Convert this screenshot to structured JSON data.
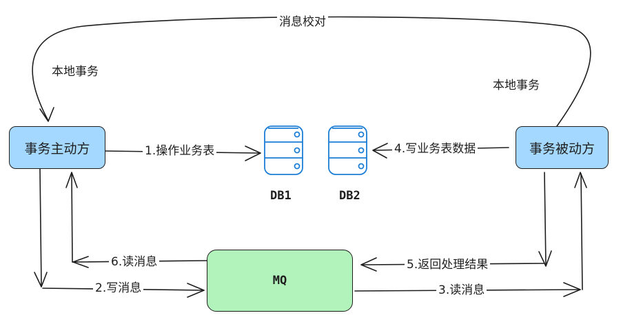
{
  "nodes": {
    "producer": "事务主动方",
    "consumer": "事务被动方",
    "mq": "MQ"
  },
  "databases": {
    "db1": "DB1",
    "db2": "DB2"
  },
  "labels": {
    "reconcile": "消息校对",
    "local_tx_left": "本地事务",
    "local_tx_right": "本地事务",
    "step1": "1.操作业务表",
    "step2": "2.写消息",
    "step3": "3.读消息",
    "step4": "4.写业务表数据",
    "step5": "5.返回处理结果",
    "step6": "6.读消息"
  },
  "colors": {
    "node_blue": "#a5d8ff",
    "node_green": "#b2f2bb",
    "db_stroke": "#1c7ed6",
    "line": "#1e1e1e"
  },
  "icons": [
    "database-icon"
  ]
}
